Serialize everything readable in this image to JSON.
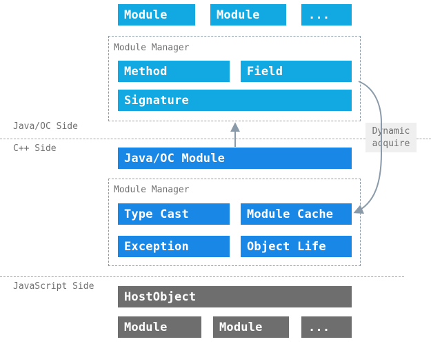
{
  "top_modules": [
    "Module",
    "Module",
    "..."
  ],
  "oc_manager": {
    "title": "Module Manager",
    "method": "Method",
    "field": "Field",
    "signature": "Signature"
  },
  "sides": {
    "java_oc": "Java/OC Side",
    "cpp": "C++ Side",
    "javascript": "JavaScript Side"
  },
  "dynamic_acquire": [
    "Dynamic",
    "acquire"
  ],
  "java_oc_module": "Java/OC Module",
  "cpp_manager": {
    "title": "Module Manager",
    "type_cast": "Type Cast",
    "module_cache": "Module Cache",
    "exception": "Exception",
    "object_life": "Object Life"
  },
  "host_object": "HostObject",
  "bottom_modules": [
    "Module",
    "Module",
    "..."
  ],
  "colors": {
    "cyan": "#12a9e3",
    "blue": "#1887e6",
    "gray": "#6e6e6e",
    "arrow": "#8a9aa8"
  }
}
